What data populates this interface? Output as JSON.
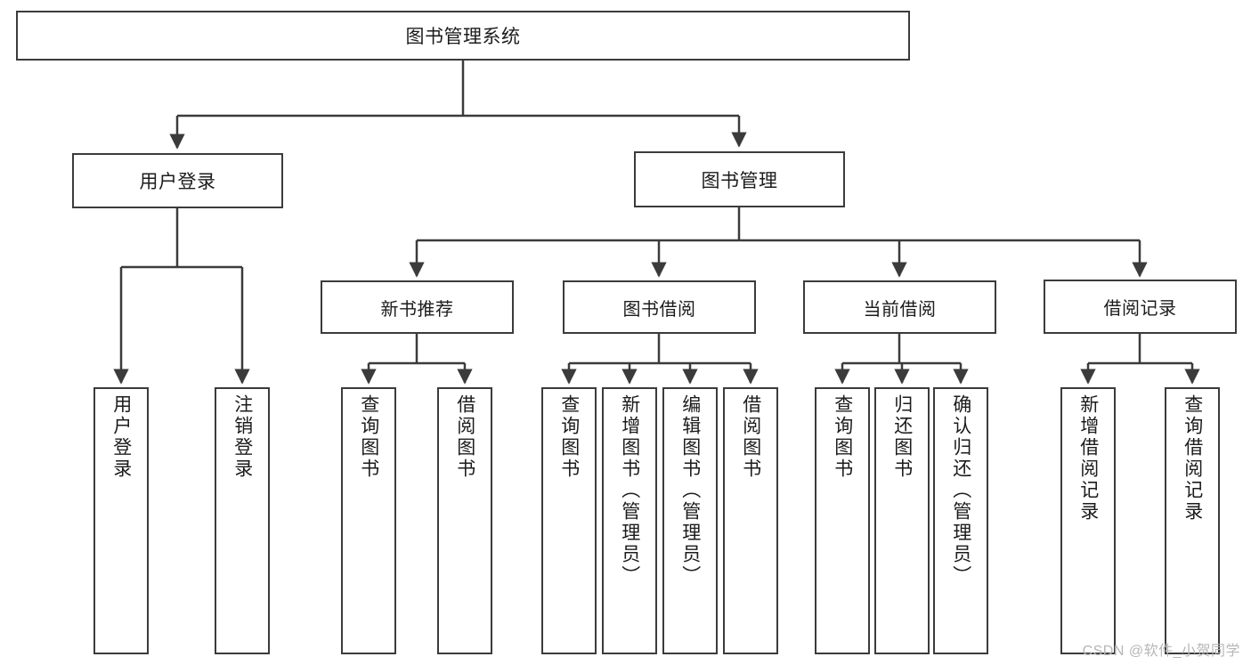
{
  "diagram": {
    "title": "图书管理系统",
    "type": "hierarchy-tree",
    "watermark": "CSDN @软件_小贺同学",
    "style": {
      "border_color": "#3b3b3b",
      "fill_color": "#ffffff",
      "text_color": "#1c1c1c",
      "watermark_color": "#b6b6b6"
    },
    "nodes": {
      "root": {
        "label": "图书管理系统"
      },
      "level2": [
        {
          "label": "用户登录"
        },
        {
          "label": "图书管理"
        }
      ],
      "level3": [
        {
          "label": "新书推荐"
        },
        {
          "label": "图书借阅"
        },
        {
          "label": "当前借阅"
        },
        {
          "label": "借阅记录"
        }
      ],
      "leaves": {
        "user_login": [
          {
            "label": "用户登录"
          },
          {
            "label": "注销登录"
          }
        ],
        "new_book_recommend": [
          {
            "label": "查询图书"
          },
          {
            "label": "借阅图书"
          }
        ],
        "book_borrow": [
          {
            "label": "查询图书"
          },
          {
            "label": "新增图书（管理员）"
          },
          {
            "label": "编辑图书（管理员）"
          },
          {
            "label": "借阅图书"
          }
        ],
        "current_borrow": [
          {
            "label": "查询图书"
          },
          {
            "label": "归还图书"
          },
          {
            "label": "确认归还（管理员）"
          }
        ],
        "borrow_record": [
          {
            "label": "新增借阅记录"
          },
          {
            "label": "查询借阅记录"
          }
        ]
      }
    }
  }
}
